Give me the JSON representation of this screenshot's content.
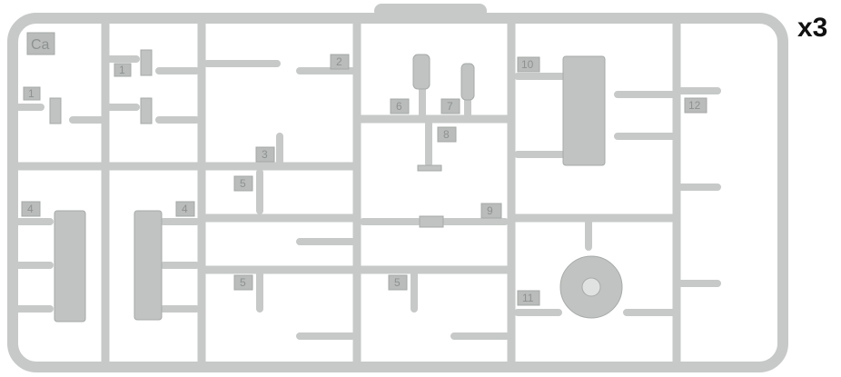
{
  "sprue": {
    "code": "Ca",
    "quantity": "x3",
    "part_numbers": [
      "1",
      "1",
      "2",
      "3",
      "4",
      "4",
      "5",
      "5",
      "5",
      "6",
      "7",
      "8",
      "9",
      "10",
      "11",
      "12"
    ],
    "colors": {
      "plastic": "#c6c9c7",
      "shadow": "#a6aaa8",
      "tag": "#b9bcba"
    }
  }
}
